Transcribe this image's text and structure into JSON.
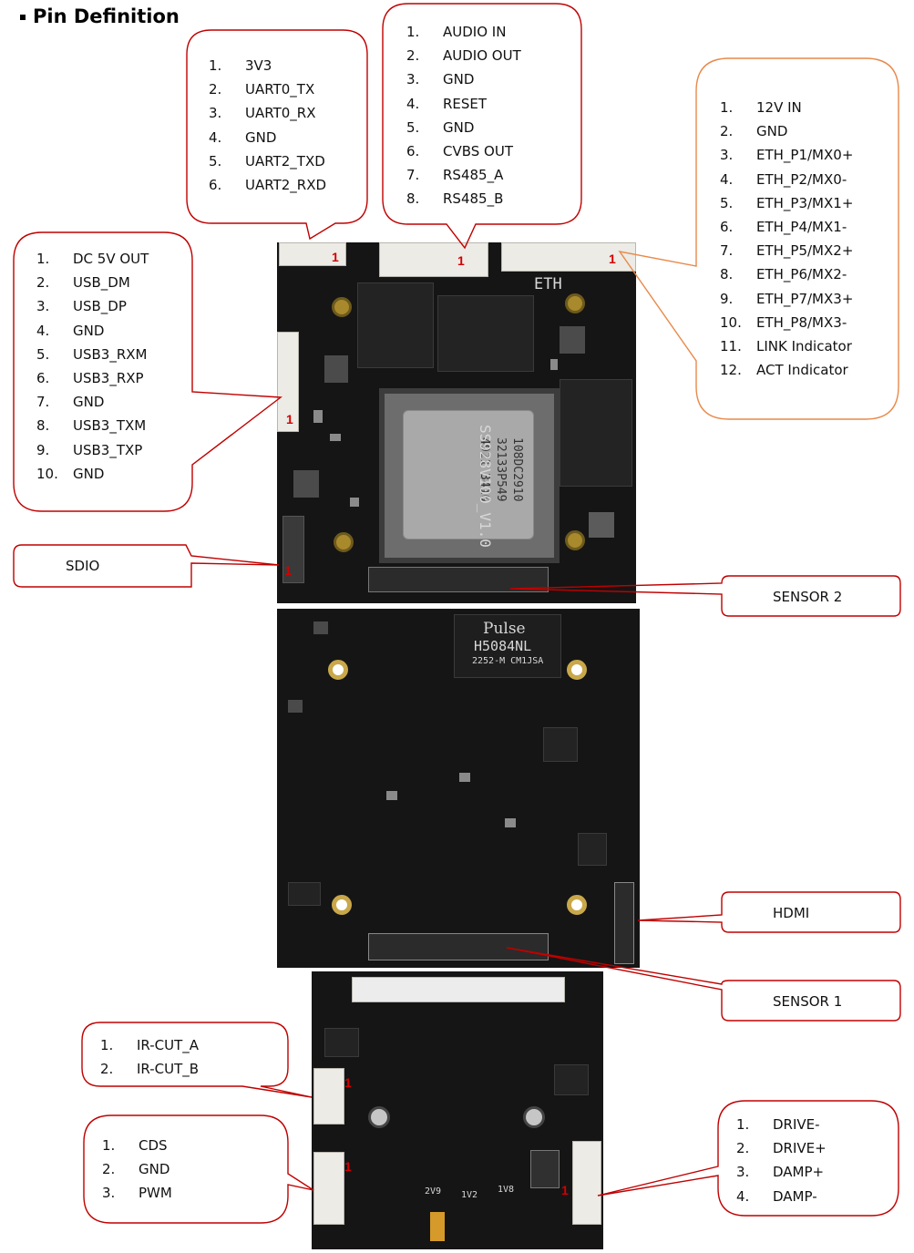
{
  "title": "Pin Definition",
  "boards": {
    "top_silk_eth": "ETH",
    "top_silk_model": "SS928V100_V1.0",
    "top_main_chip_lines": [
      "108DC2910",
      "32133P549",
      "4921  3416"
    ],
    "top_pin1_marks": [
      "1",
      "1",
      "1",
      "1",
      "1"
    ],
    "mid_transformer_brand": "Pulse",
    "mid_transformer_part": "H5084NL",
    "mid_transformer_code": "2252-M CM1JSA",
    "bottom_silk_labels": [
      "2V9",
      "1V2",
      "1V8"
    ],
    "bottom_pin1_marks": [
      "1",
      "1",
      "1"
    ]
  },
  "callouts": {
    "uart": {
      "items": [
        {
          "num": "1.",
          "label": "3V3"
        },
        {
          "num": "2.",
          "label": "UART0_TX"
        },
        {
          "num": "3.",
          "label": "UART0_RX"
        },
        {
          "num": "4.",
          "label": "GND"
        },
        {
          "num": "5.",
          "label": "UART2_TXD"
        },
        {
          "num": "6.",
          "label": "UART2_RXD"
        }
      ]
    },
    "audio": {
      "items": [
        {
          "num": "1.",
          "label": "AUDIO IN"
        },
        {
          "num": "2.",
          "label": "AUDIO OUT"
        },
        {
          "num": "3.",
          "label": "GND"
        },
        {
          "num": "4.",
          "label": "RESET"
        },
        {
          "num": "5.",
          "label": "GND"
        },
        {
          "num": "6.",
          "label": "CVBS OUT"
        },
        {
          "num": "7.",
          "label": "RS485_A"
        },
        {
          "num": "8.",
          "label": "RS485_B"
        }
      ]
    },
    "eth": {
      "items": [
        {
          "num": "1.",
          "label": "12V IN"
        },
        {
          "num": "2.",
          "label": "GND"
        },
        {
          "num": "3.",
          "label": "ETH_P1/MX0+"
        },
        {
          "num": "4.",
          "label": "ETH_P2/MX0-"
        },
        {
          "num": "5.",
          "label": "ETH_P3/MX1+"
        },
        {
          "num": "6.",
          "label": "ETH_P4/MX1-"
        },
        {
          "num": "7.",
          "label": "ETH_P5/MX2+"
        },
        {
          "num": "8.",
          "label": "ETH_P6/MX2-"
        },
        {
          "num": "9.",
          "label": "ETH_P7/MX3+"
        },
        {
          "num": "10.",
          "label": "ETH_P8/MX3-"
        },
        {
          "num": "11.",
          "label": "LINK Indicator"
        },
        {
          "num": "12.",
          "label": "ACT Indicator"
        }
      ]
    },
    "usb": {
      "items": [
        {
          "num": "1.",
          "label": "DC 5V OUT"
        },
        {
          "num": "2.",
          "label": "USB_DM"
        },
        {
          "num": "3.",
          "label": "USB_DP"
        },
        {
          "num": "4.",
          "label": "GND"
        },
        {
          "num": "5.",
          "label": "USB3_RXM"
        },
        {
          "num": "6.",
          "label": "USB3_RXP"
        },
        {
          "num": "7.",
          "label": "GND"
        },
        {
          "num": "8.",
          "label": "USB3_TXM"
        },
        {
          "num": "9.",
          "label": "USB3_TXP"
        },
        {
          "num": "10.",
          "label": "GND"
        }
      ]
    },
    "sdio": {
      "label": "SDIO"
    },
    "sensor2": {
      "label": "SENSOR 2"
    },
    "hdmi": {
      "label": "HDMI"
    },
    "sensor1": {
      "label": "SENSOR 1"
    },
    "ircut": {
      "items": [
        {
          "num": "1.",
          "label": "IR-CUT_A"
        },
        {
          "num": "2.",
          "label": "IR-CUT_B"
        }
      ]
    },
    "cds": {
      "items": [
        {
          "num": "1.",
          "label": "CDS"
        },
        {
          "num": "2.",
          "label": "GND"
        },
        {
          "num": "3.",
          "label": "PWM"
        }
      ]
    },
    "drive": {
      "items": [
        {
          "num": "1.",
          "label": "DRIVE-"
        },
        {
          "num": "2.",
          "label": "DRIVE+"
        },
        {
          "num": "3.",
          "label": "DAMP+"
        },
        {
          "num": "4.",
          "label": "DAMP-"
        }
      ]
    }
  },
  "colors": {
    "callout_border": "#c00000",
    "eth_callout_border": "#e8894a",
    "pin1_mark": "#d40000"
  }
}
